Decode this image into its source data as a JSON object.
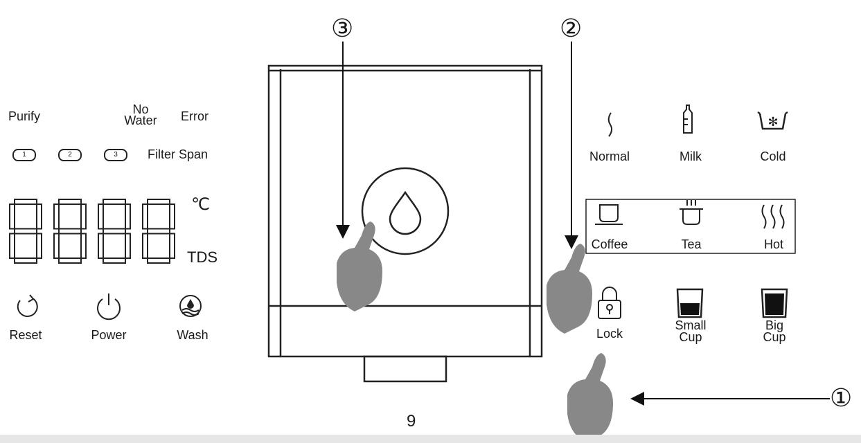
{
  "display_panel": {
    "indicators": {
      "purify": "Purify",
      "no_water": [
        "No",
        "Water"
      ],
      "error": "Error"
    },
    "filters": {
      "labels": [
        "1",
        "2",
        "3"
      ],
      "span_label": "Filter Span"
    },
    "digits": "8888",
    "unit_temp": "℃",
    "unit_tds": "TDS",
    "buttons": {
      "reset": "Reset",
      "power": "Power",
      "wash": "Wash"
    }
  },
  "modes": {
    "row1": {
      "normal": "Normal",
      "milk": "Milk",
      "cold": "Cold"
    },
    "row2": {
      "coffee": "Coffee",
      "tea": "Tea",
      "hot": "Hot"
    },
    "row3": {
      "lock": "Lock",
      "small_cup": [
        "Small",
        "Cup"
      ],
      "big_cup": [
        "Big",
        "Cup"
      ]
    }
  },
  "callouts": {
    "one": "①",
    "two": "②",
    "three": "③"
  },
  "page_number": "9",
  "icons": [
    "drop-icon",
    "reset-icon",
    "power-icon",
    "wash-icon",
    "normal-water-icon",
    "milk-bottle-icon",
    "cold-icon",
    "coffee-cup-icon",
    "tea-cup-icon",
    "hot-steam-icon",
    "lock-icon",
    "small-cup-icon",
    "big-cup-icon",
    "hand-pointer-icon"
  ]
}
